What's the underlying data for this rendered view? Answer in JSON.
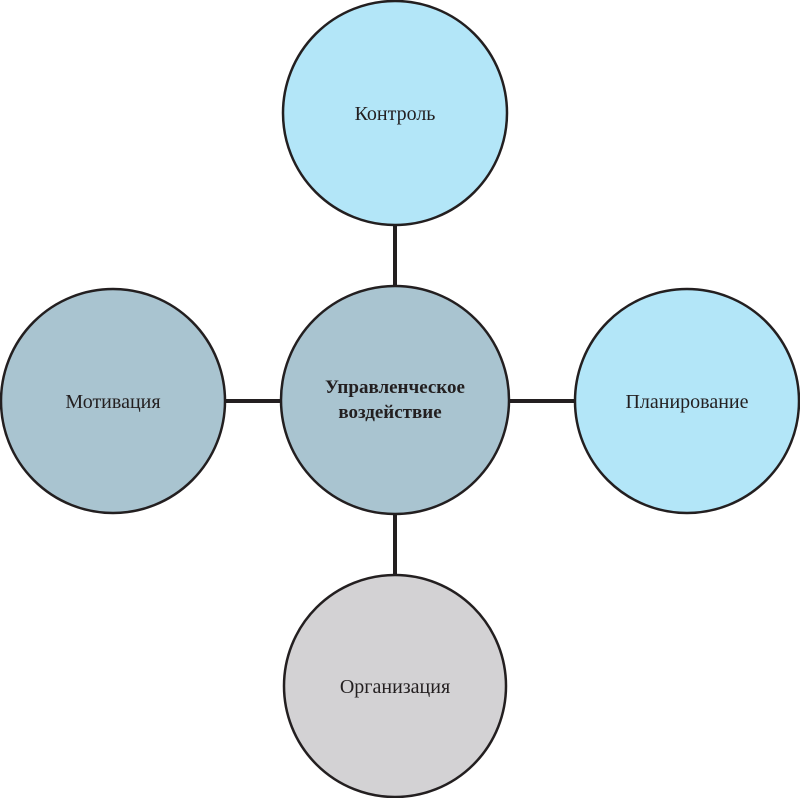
{
  "center": {
    "lines": [
      "Управленческое",
      "воздействие"
    ],
    "color": "#a9c4d0"
  },
  "nodes": {
    "top": {
      "label": "Контроль",
      "color": "#b3e6f8"
    },
    "left": {
      "label": "Мотивация",
      "color": "#a9c4d0"
    },
    "right": {
      "label": "Планирование",
      "color": "#b3e6f8"
    },
    "bottom": {
      "label": "Организация",
      "color": "#d3d2d4"
    }
  },
  "stroke_color": "#231f20"
}
